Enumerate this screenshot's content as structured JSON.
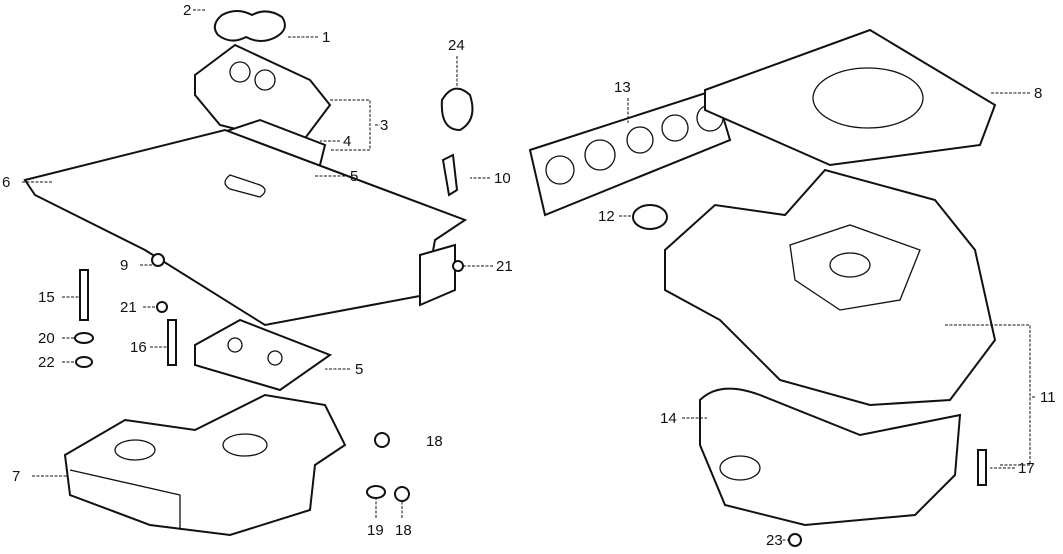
{
  "diagram": {
    "callouts": [
      "2",
      "1",
      "24",
      "3",
      "4",
      "5",
      "6",
      "10",
      "9",
      "21",
      "15",
      "21",
      "20",
      "16",
      "22",
      "5",
      "18",
      "7",
      "19",
      "18",
      "13",
      "8",
      "12",
      "11",
      "14",
      "17",
      "23"
    ]
  }
}
